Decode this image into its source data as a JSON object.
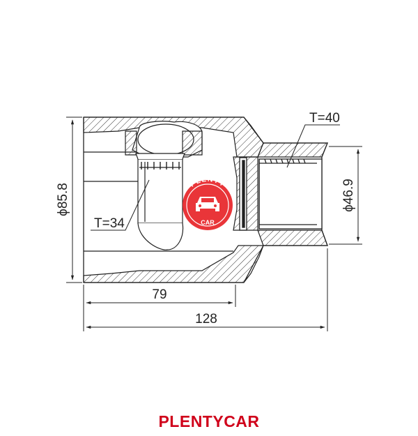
{
  "drawing": {
    "labels": {
      "dia_outer": "ϕ85.8",
      "dia_inner": "ϕ46.9",
      "teeth_inner": "T=34",
      "teeth_outer": "T=40",
      "len_housing": "79",
      "len_total": "128"
    },
    "watermark": {
      "arc_text": "PLENTY",
      "bottom_text": "CAR"
    }
  },
  "footer": {
    "brand": "PLENTYCAR"
  },
  "colors": {
    "line": "#222222",
    "brand_red": "#d0021b",
    "logo_red": "#e8262b"
  }
}
